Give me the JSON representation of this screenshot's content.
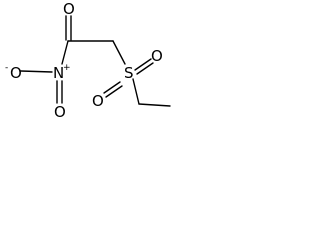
{
  "molecule": {
    "atoms": {
      "carbonyl_o": "O",
      "nitro_n": "N",
      "nitro_o_minus": "O",
      "nitro_o_minus_charge": "-",
      "nitro_o_double": "O",
      "plus_charge": "+",
      "sulfonyl_s": "S",
      "sulfonyl_o_top": "O",
      "sulfonyl_o_bottom": "O"
    }
  }
}
